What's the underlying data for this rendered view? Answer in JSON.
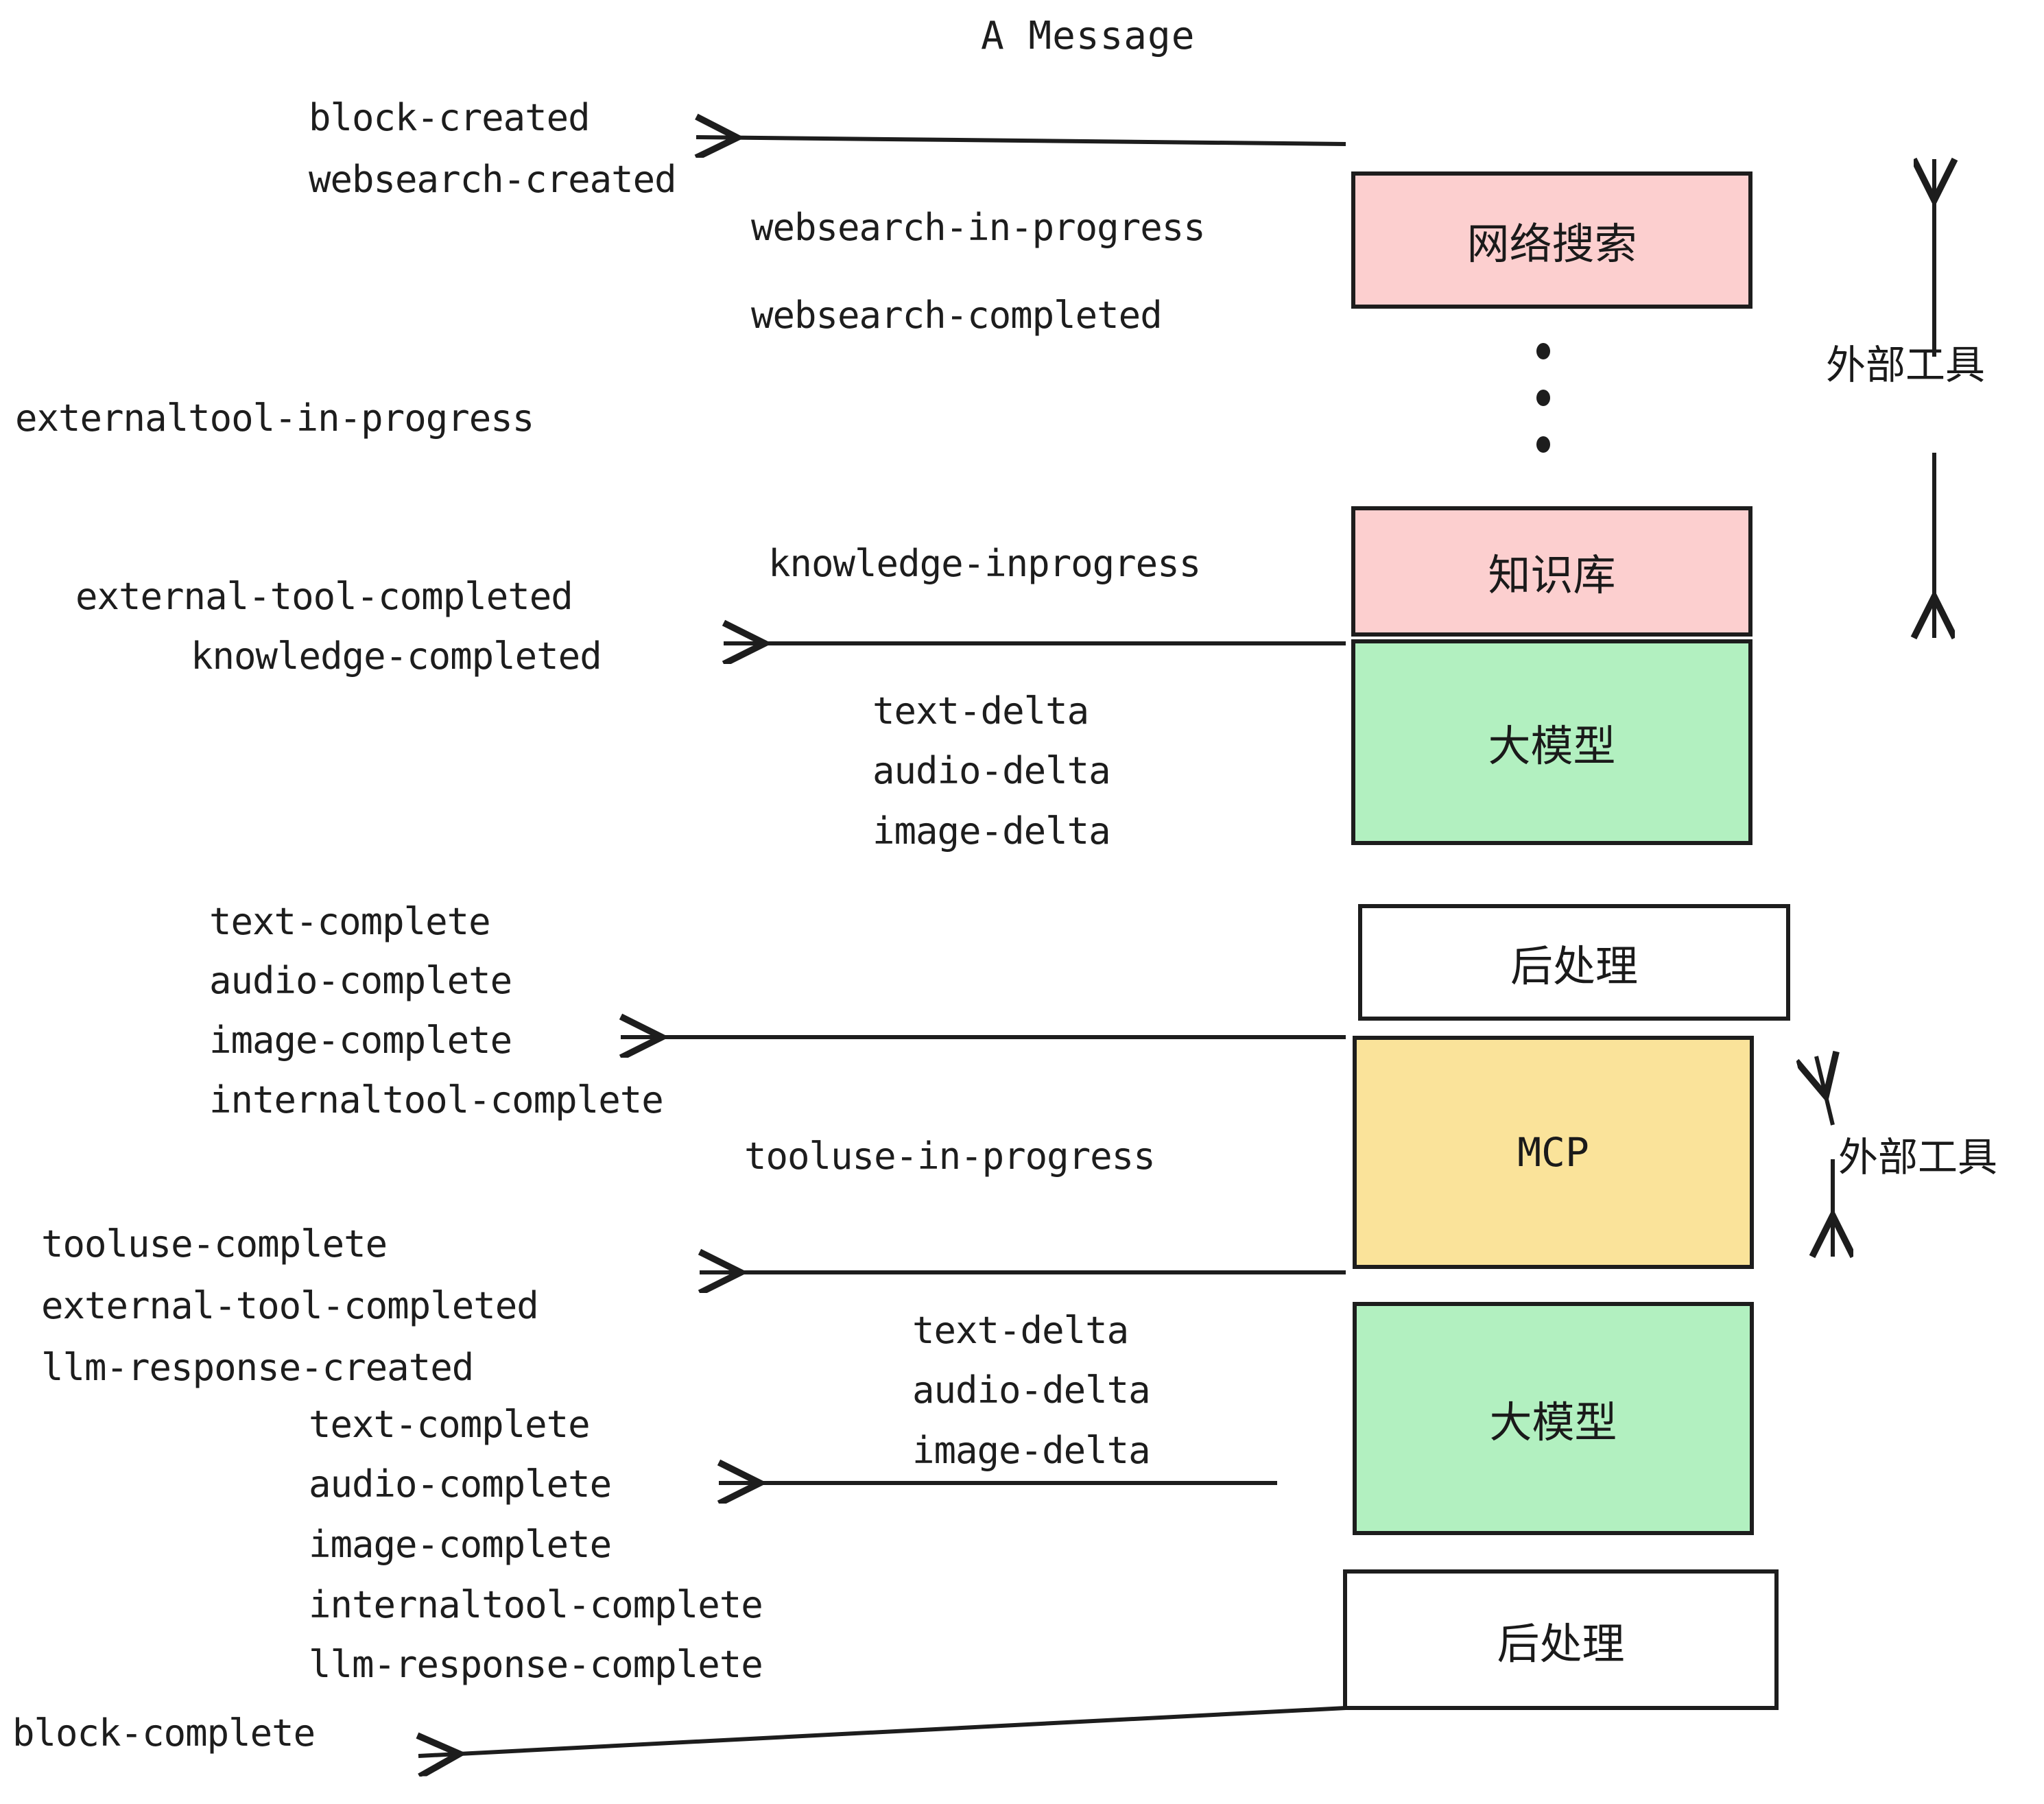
{
  "diagram": {
    "title": "A Message",
    "colors": {
      "pink": "#fccfcf",
      "green": "#b2f0c0",
      "yellow": "#fae39a",
      "white": "#ffffff",
      "stroke": "#1d1d1d"
    },
    "boxes": [
      {
        "id": "websearch",
        "label": "网络搜索",
        "fill": "#fccfcf"
      },
      {
        "id": "knowledge",
        "label": "知识库",
        "fill": "#fccfcf"
      },
      {
        "id": "llm-1",
        "label": "大模型",
        "fill": "#b2f0c0"
      },
      {
        "id": "postprocess-1",
        "label": "后处理",
        "fill": "#ffffff"
      },
      {
        "id": "mcp",
        "label": "MCP",
        "fill": "#fae39a"
      },
      {
        "id": "llm-2",
        "label": "大模型",
        "fill": "#b2f0c0"
      },
      {
        "id": "postprocess-2",
        "label": "后处理",
        "fill": "#ffffff"
      }
    ],
    "side_labels": [
      {
        "id": "external-tools-top",
        "text": "外部工具"
      },
      {
        "id": "external-tools-bottom",
        "text": "外部工具"
      }
    ],
    "events": [
      {
        "id": "block-created",
        "text": "block-created"
      },
      {
        "id": "websearch-created",
        "text": "websearch-created"
      },
      {
        "id": "websearch-in-progress",
        "text": "websearch-in-progress"
      },
      {
        "id": "websearch-completed",
        "text": "websearch-completed"
      },
      {
        "id": "externaltool-in-progress",
        "text": "externaltool-in-progress"
      },
      {
        "id": "knowledge-inprogress",
        "text": "knowledge-inprogress"
      },
      {
        "id": "external-tool-completed-1",
        "text": "external-tool-completed"
      },
      {
        "id": "knowledge-completed",
        "text": "knowledge-completed"
      },
      {
        "id": "text-delta-1",
        "text": "text-delta"
      },
      {
        "id": "audio-delta-1",
        "text": "audio-delta"
      },
      {
        "id": "image-delta-1",
        "text": "image-delta"
      },
      {
        "id": "text-complete-1",
        "text": "text-complete"
      },
      {
        "id": "audio-complete-1",
        "text": "audio-complete"
      },
      {
        "id": "image-complete-1",
        "text": "image-complete"
      },
      {
        "id": "internaltool-complete-1",
        "text": "internaltool-complete"
      },
      {
        "id": "tooluse-in-progress",
        "text": "tooluse-in-progress"
      },
      {
        "id": "tooluse-complete",
        "text": "tooluse-complete"
      },
      {
        "id": "external-tool-completed-2",
        "text": "external-tool-completed"
      },
      {
        "id": "llm-response-created",
        "text": "llm-response-created"
      },
      {
        "id": "text-delta-2",
        "text": "text-delta"
      },
      {
        "id": "audio-delta-2",
        "text": "audio-delta"
      },
      {
        "id": "image-delta-2",
        "text": "image-delta"
      },
      {
        "id": "text-complete-2",
        "text": "text-complete"
      },
      {
        "id": "audio-complete-2",
        "text": "audio-complete"
      },
      {
        "id": "image-complete-2",
        "text": "image-complete"
      },
      {
        "id": "internaltool-complete-2",
        "text": "internaltool-complete"
      },
      {
        "id": "llm-response-complete",
        "text": "llm-response-complete"
      },
      {
        "id": "block-complete",
        "text": "block-complete"
      }
    ]
  }
}
